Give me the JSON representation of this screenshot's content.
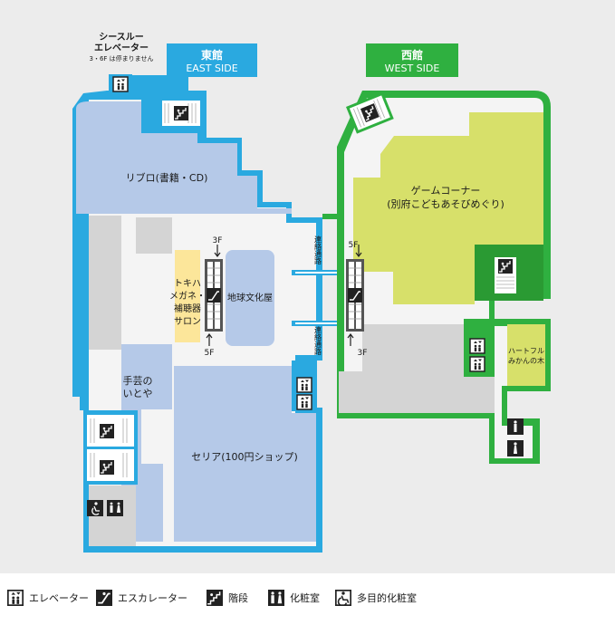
{
  "colors": {
    "east": "#2aa9e0",
    "west": "#2fb040",
    "blue_store": "#b5c9e8",
    "green_store": "#d7e06a",
    "yellow_store": "#fce69a",
    "gray_space": "#d4d4d4",
    "corridor": "#f4f4f4",
    "dark_green": "#2a9a33",
    "icon_dark": "#222222"
  },
  "buildings": {
    "east": {
      "name": "東館",
      "side": "EAST SIDE"
    },
    "west": {
      "name": "西館",
      "side": "WEST SIDE"
    }
  },
  "see_through_elevator": {
    "line1": "シースルー",
    "line2": "エレベーター",
    "note": "3・6F は停まりません"
  },
  "stores": {
    "ripro": "リブロ(書籍・CD)",
    "game_corner_1": "ゲームコーナー",
    "game_corner_2": "(別府こどもあそびめぐり)",
    "tokiha_1": "トキハ",
    "tokiha_2": "メガネ・",
    "tokiha_3": "補聴器",
    "tokiha_4": "サロン",
    "chikyu": "地球文化屋",
    "teshigei_1": "手芸の",
    "teshigei_2": "いとや",
    "seria": "セリア(100円ショップ)",
    "heartful_1": "ハートフル",
    "heartful_2": "みかんの木"
  },
  "escalators": {
    "east_up": "3F",
    "east_down": "5F",
    "west_up": "5F",
    "west_down": "3F"
  },
  "bridges": {
    "top": "連絡通路",
    "bottom": "連絡通路"
  },
  "legend": [
    {
      "icon": "elevator-icon",
      "label": "エレベーター"
    },
    {
      "icon": "escalator-icon",
      "label": "エスカレーター"
    },
    {
      "icon": "stairs-icon",
      "label": "階段"
    },
    {
      "icon": "restroom-icon",
      "label": "化粧室"
    },
    {
      "icon": "accessible-toilet-icon",
      "label": "多目的化粧室"
    }
  ]
}
